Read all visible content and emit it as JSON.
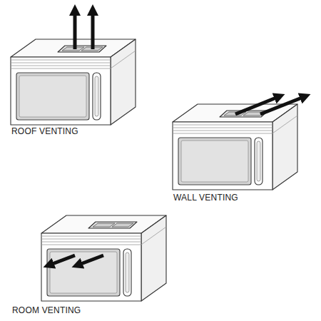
{
  "diagram": {
    "labels": [
      "ROOF VENTING",
      "WALL VENTING",
      "ROOM VENTING"
    ]
  }
}
